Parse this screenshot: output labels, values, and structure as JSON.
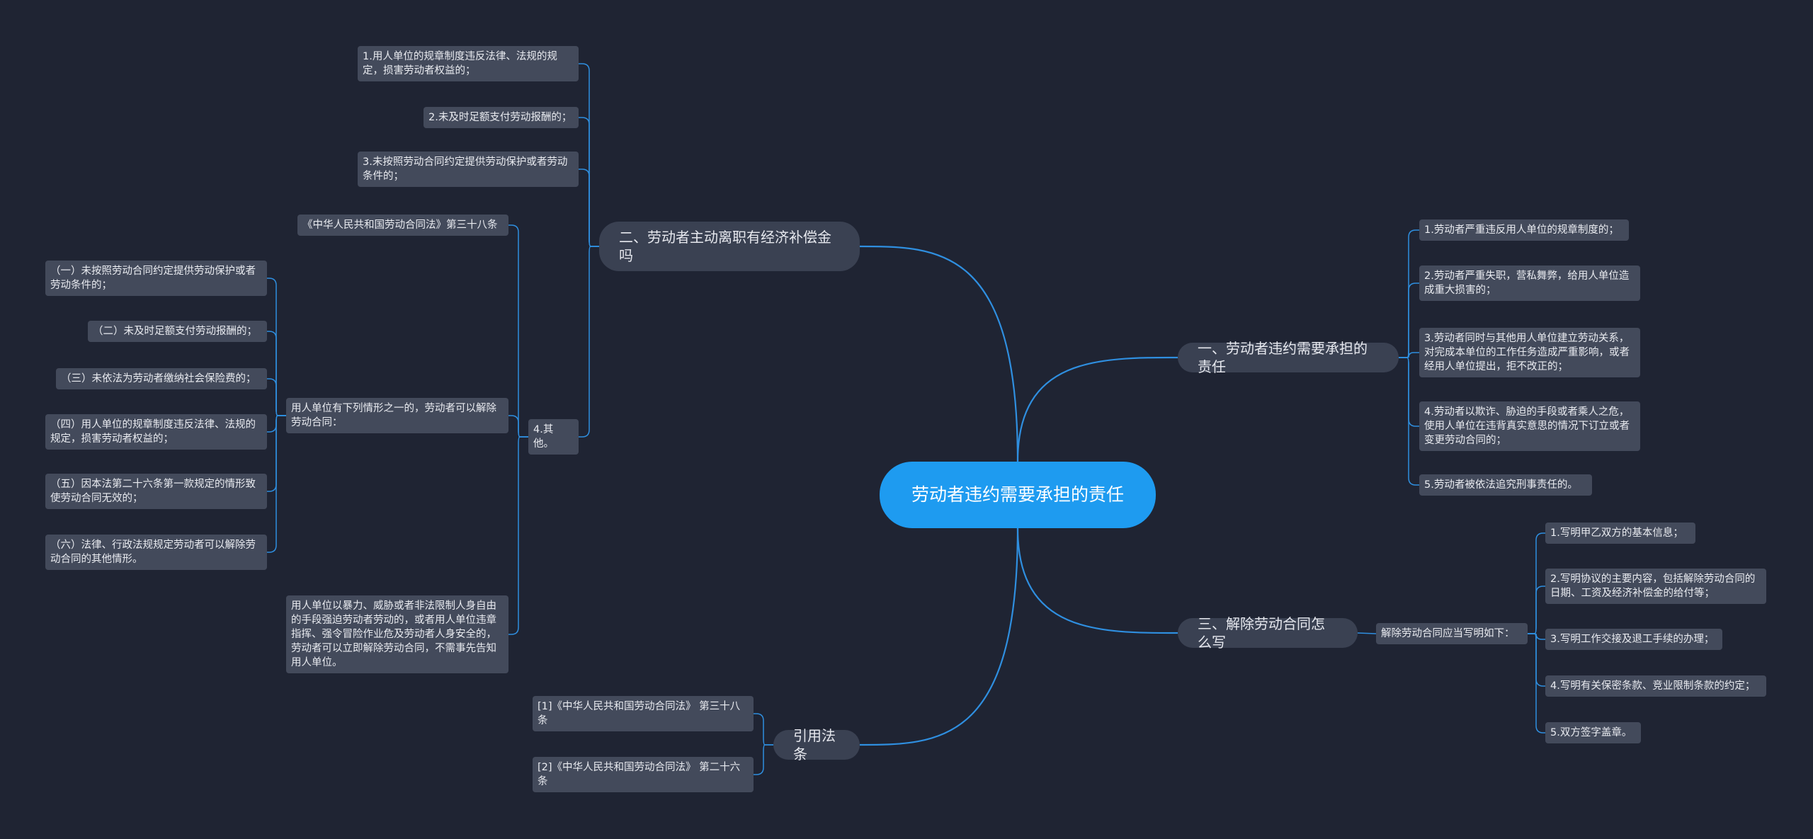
{
  "root": {
    "label": "劳动者违约需要承担的责任"
  },
  "branches": {
    "b1": {
      "label": "一、劳动者违约需要承担的责任",
      "items": [
        "1.劳动者严重违反用人单位的规章制度的；",
        "2.劳动者严重失职，营私舞弊，给用人单位造成重大损害的；",
        "3.劳动者同时与其他用人单位建立劳动关系，对完成本单位的工作任务造成严重影响，或者经用人单位提出，拒不改正的；",
        "4.劳动者以欺诈、胁迫的手段或者乘人之危，使用人单位在违背真实意思的情况下订立或者变更劳动合同的；",
        "5.劳动者被依法追究刑事责任的。"
      ]
    },
    "b2": {
      "label": "二、劳动者主动离职有经济补偿金吗",
      "items": [
        "1.用人单位的规章制度违反法律、法规的规定，损害劳动者权益的；",
        "2.未及时足额支付劳动报酬的；",
        "3.未按照劳动合同约定提供劳动保护或者劳动条件的；",
        "4.其他。"
      ],
      "other": {
        "law": "《中华人民共和国劳动合同法》第三十八条",
        "intro": "用人单位有下列情形之一的，劳动者可以解除劳动合同：",
        "cases": [
          "（一）未按照劳动合同约定提供劳动保护或者劳动条件的；",
          "（二）未及时足额支付劳动报酬的；",
          "（三）未依法为劳动者缴纳社会保险费的；",
          "（四）用人单位的规章制度违反法律、法规的规定，损害劳动者权益的；",
          "（五）因本法第二十六条第一款规定的情形致使劳动合同无效的；",
          "（六）法律、行政法规规定劳动者可以解除劳动合同的其他情形。"
        ],
        "immediate": "用人单位以暴力、威胁或者非法限制人身自由的手段强迫劳动者劳动的，或者用人单位违章指挥、强令冒险作业危及劳动者人身安全的，劳动者可以立即解除劳动合同，不需事先告知用人单位。"
      }
    },
    "b3": {
      "label": "三、解除劳动合同怎么写",
      "intro": "解除劳动合同应当写明如下：",
      "items": [
        "1.写明甲乙双方的基本信息；",
        "2.写明协议的主要内容，包括解除劳动合同的日期、工资及经济补偿金的给付等；",
        "3.写明工作交接及退工手续的办理；",
        "4.写明有关保密条款、竞业限制条款的约定；",
        "5.双方签字盖章。"
      ]
    },
    "b4": {
      "label": "引用法条",
      "items": [
        "[1]《中华人民共和国劳动合同法》 第三十八条",
        "[2]《中华人民共和国劳动合同法》 第二十六条"
      ]
    }
  },
  "colors": {
    "background": "#1f2433",
    "root": "#1e9bf0",
    "branch": "#3a4152",
    "leaf": "#434a5b",
    "link": "#2f8fe0"
  }
}
